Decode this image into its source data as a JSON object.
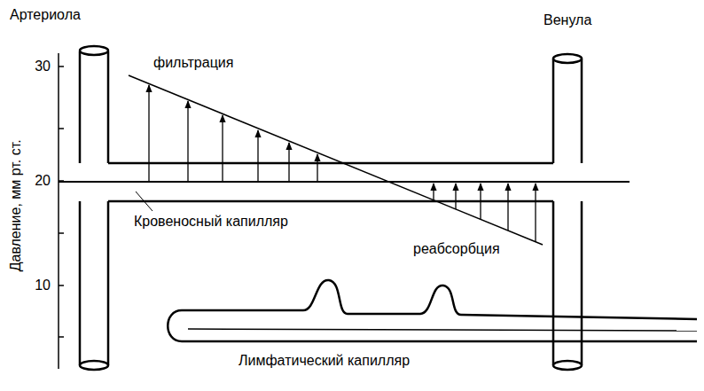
{
  "diagram": {
    "labels": [
      "Артериола",
      "Венула",
      "фильтрация",
      "реабсорбция",
      "Кровеносный капилляр",
      "Лимфатический капилляр",
      "Давление, мм рт. ст.",
      "30",
      "20",
      "10"
    ]
  }
}
